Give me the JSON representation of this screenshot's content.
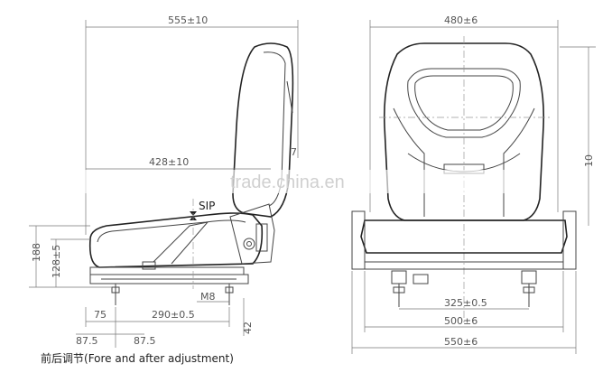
{
  "side_view": {
    "dim_overall_width": "555±10",
    "dim_seat_depth": "428±10",
    "dim_back_height_partial": "7",
    "label_sip": "SIP",
    "dim_height_188": "188",
    "dim_height_128": "128±5",
    "label_bolt": "M8",
    "dim_75": "75",
    "dim_290": "290±0.5",
    "dim_42": "42",
    "dim_87_left": "87.5",
    "dim_87_right": "87.5"
  },
  "front_view": {
    "dim_top_width": "480±6",
    "dim_right_height_partial": "10",
    "dim_325": "325±0.5",
    "dim_500": "500±6",
    "dim_550": "550±6"
  },
  "watermark": "trade.china.en",
  "caption": {
    "cn": "前后调节",
    "en": "(Fore and after adjustment)"
  }
}
